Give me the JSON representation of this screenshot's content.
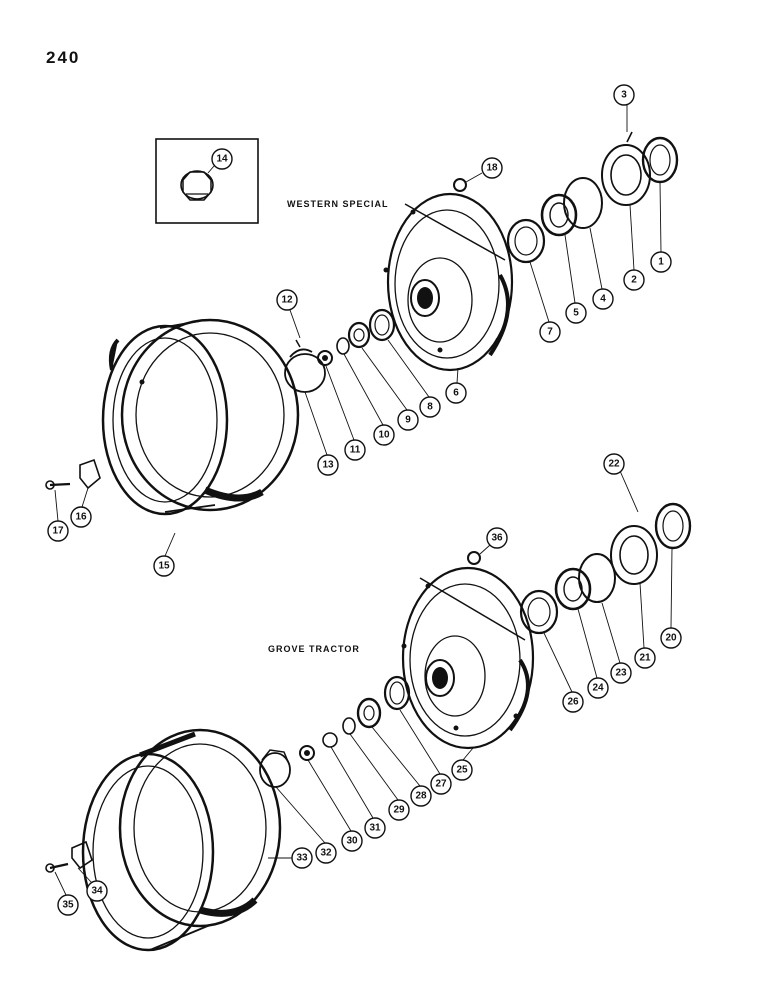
{
  "page_number": "240",
  "sections": {
    "western_special": "WESTERN SPECIAL",
    "grove_tractor": "GROVE TRACTOR"
  },
  "callouts": {
    "c1": "1",
    "c2": "2",
    "c3": "3",
    "c4": "4",
    "c5": "5",
    "c6": "6",
    "c7": "7",
    "c8": "8",
    "c9": "9",
    "c10": "10",
    "c11": "11",
    "c12": "12",
    "c13": "13",
    "c14": "14",
    "c15": "15",
    "c16": "16",
    "c17": "17",
    "c18": "18",
    "c20": "20",
    "c21": "21",
    "c22": "22",
    "c23": "23",
    "c24": "24",
    "c25": "25",
    "c26": "26",
    "c27": "27",
    "c28": "28",
    "c29": "29",
    "c30": "30",
    "c31": "31",
    "c32": "32",
    "c33": "33",
    "c34": "34",
    "c35": "35",
    "c36": "36"
  }
}
